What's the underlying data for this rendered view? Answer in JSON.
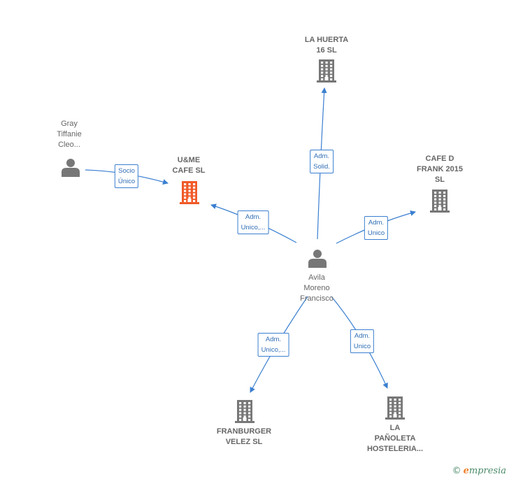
{
  "colors": {
    "edge": "#3a7fd0",
    "node_gray": "#777777",
    "node_highlight": "#f05a28"
  },
  "nodes": {
    "person_avila": {
      "type": "person",
      "lines": [
        "Avila",
        "Moreno",
        "Francisco"
      ],
      "icon": "person-icon"
    },
    "person_gray": {
      "type": "person",
      "lines": [
        "Gray",
        "Tiffanie",
        "Cleo..."
      ],
      "icon": "person-icon"
    },
    "company_ume": {
      "type": "company",
      "lines": [
        "U&ME",
        "CAFE  SL"
      ],
      "icon": "building-icon",
      "highlight": true
    },
    "company_huerta": {
      "type": "company",
      "lines": [
        "LA HUERTA",
        "16  SL"
      ],
      "icon": "building-icon"
    },
    "company_cafed": {
      "type": "company",
      "lines": [
        "CAFE D",
        "FRANK 2015",
        "SL"
      ],
      "icon": "building-icon"
    },
    "company_franburger": {
      "type": "company",
      "lines": [
        "FRANBURGER",
        "VELEZ  SL"
      ],
      "icon": "building-icon"
    },
    "company_panoleta": {
      "type": "company",
      "lines": [
        "LA",
        "PAÑOLETA",
        "HOSTELERIA..."
      ],
      "icon": "building-icon"
    }
  },
  "edges": [
    {
      "from": "person_gray",
      "to": "company_ume",
      "label": [
        "Socio",
        "Único"
      ]
    },
    {
      "from": "person_avila",
      "to": "company_ume",
      "label": [
        "Adm.",
        "Unico,..."
      ]
    },
    {
      "from": "person_avila",
      "to": "company_huerta",
      "label": [
        "Adm.",
        "Solid."
      ]
    },
    {
      "from": "person_avila",
      "to": "company_cafed",
      "label": [
        "Adm.",
        "Unico"
      ]
    },
    {
      "from": "person_avila",
      "to": "company_franburger",
      "label": [
        "Adm.",
        "Unico,..."
      ]
    },
    {
      "from": "person_avila",
      "to": "company_panoleta",
      "label": [
        "Adm.",
        "Unico"
      ]
    }
  ],
  "footer": {
    "copyright_symbol": "©",
    "brand_initial": "e",
    "brand_rest": "mpresia"
  }
}
